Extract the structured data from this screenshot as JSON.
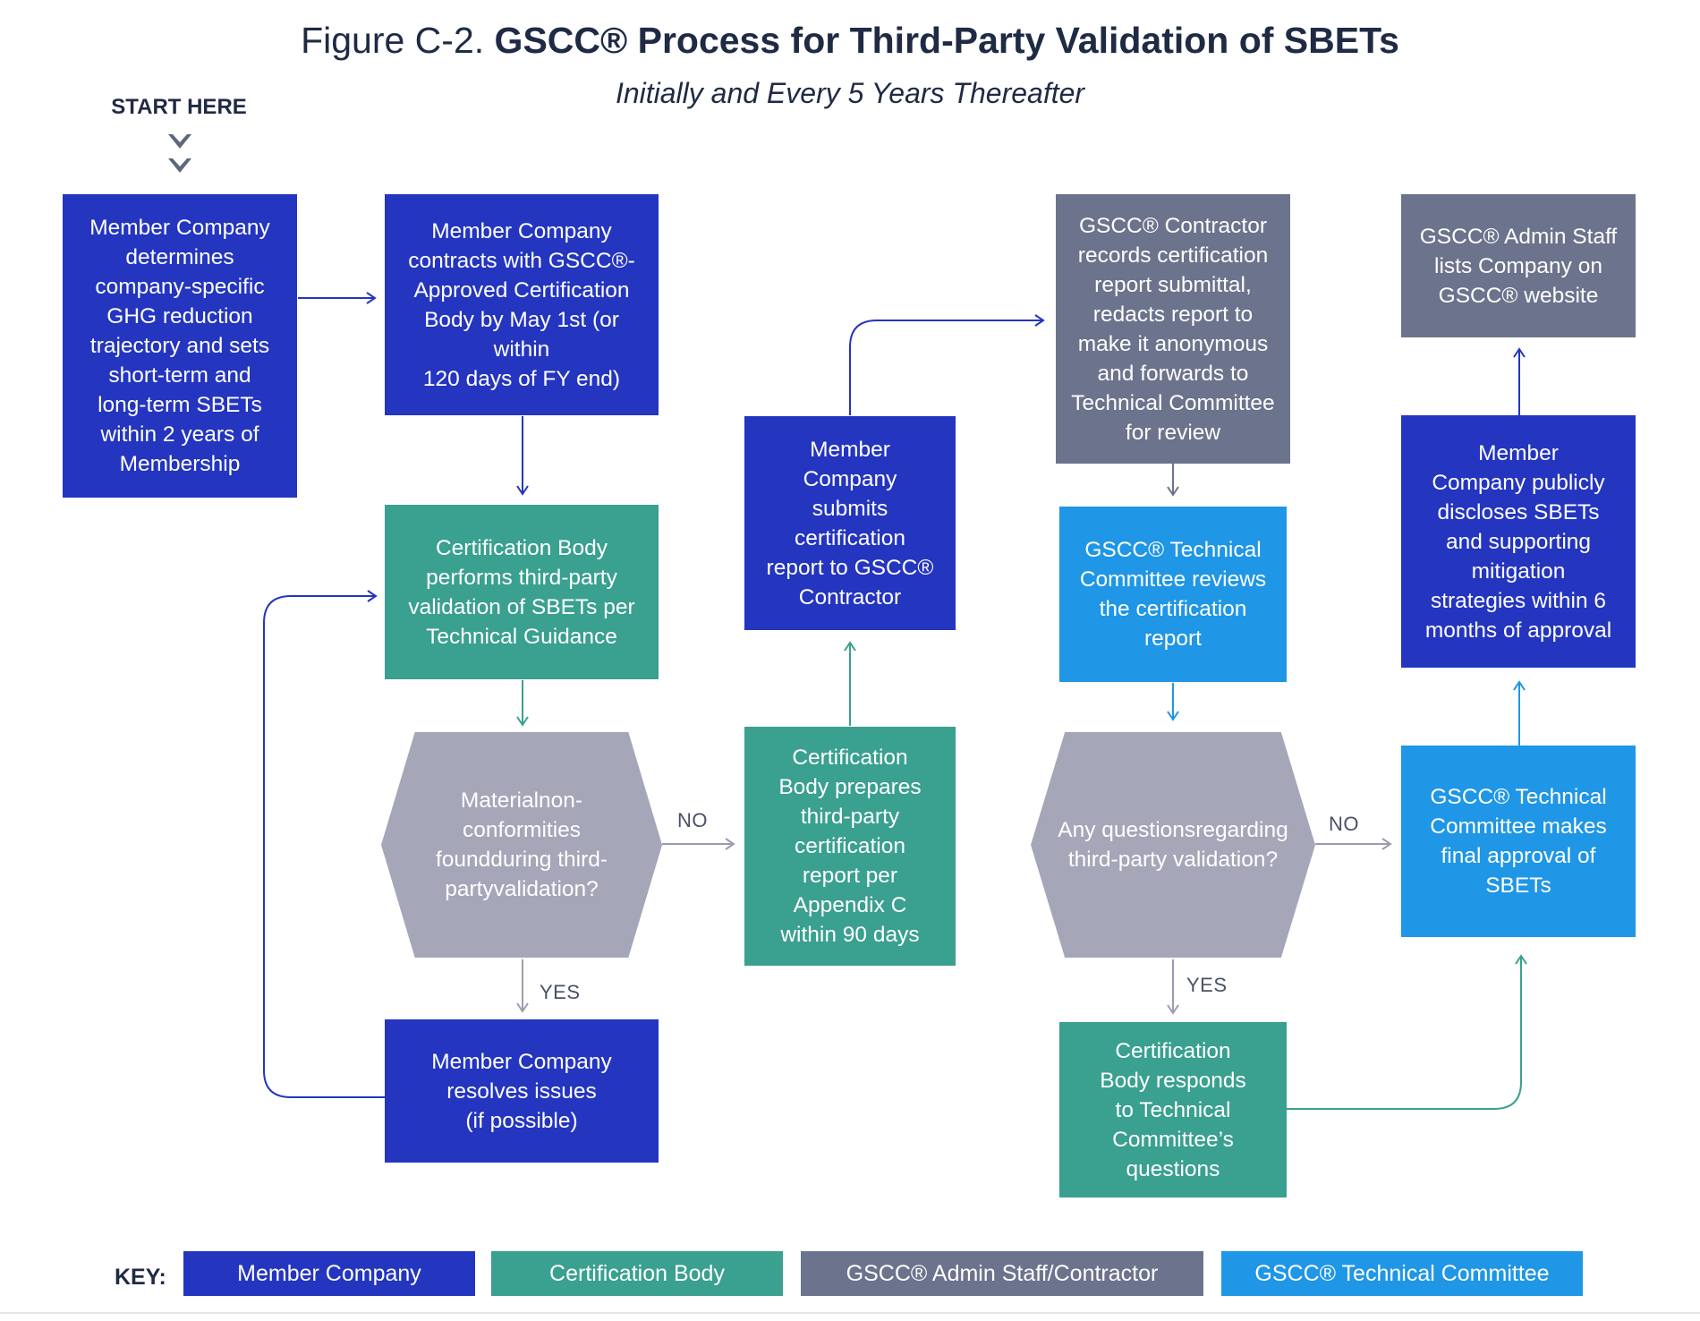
{
  "title": {
    "prefix": "Figure C-2.",
    "main": "GSCC® Process for Third-Party Validation of SBETs",
    "subtitle": "Initially and Every 5 Years Thereafter"
  },
  "start_label": "START HERE",
  "nodes": {
    "mc_determines": [
      "Member Company",
      "determines",
      "company-specific",
      "GHG reduction",
      "trajectory and sets",
      "short-term and",
      "long-term SBETs",
      "within 2 years of",
      "Membership"
    ],
    "mc_contracts": [
      "Member Company",
      "contracts with GSCC®-",
      "Approved Certification",
      "Body by May 1st (or within",
      "120 days of FY end)"
    ],
    "cb_validation": [
      "Certification Body",
      "performs third-party",
      "validation of SBETs per",
      "Technical Guidance"
    ],
    "hex_nonconform": [
      "Material",
      "non-conformities found",
      "during third-party",
      "validation?"
    ],
    "mc_resolves": [
      "Member Company",
      "resolves issues",
      "(if possible)"
    ],
    "cb_prepares": [
      "Certification",
      "Body prepares",
      "third-party",
      "certification",
      "report  per",
      "Appendix C",
      "within 90 days"
    ],
    "mc_submits": [
      "Member",
      "Company",
      "submits",
      "certification",
      "report to GSCC®",
      "Contractor"
    ],
    "adm_records": [
      "GSCC® Contractor",
      "records certification",
      "report submittal,",
      "redacts report to",
      "make it anonymous",
      "and  forwards to",
      "Technical Committee",
      "for review"
    ],
    "tc_reviews": [
      "GSCC® Technical",
      "Committee reviews",
      "the certification",
      "report"
    ],
    "hex_questions": [
      "Any questions",
      "regarding third-",
      "party validation?"
    ],
    "cb_responds": [
      "Certification",
      "Body responds",
      "to Technical",
      "Committee’s",
      "questions"
    ],
    "tc_approval": [
      "GSCC® Technical",
      "Committee makes",
      "final approval of",
      "SBETs"
    ],
    "mc_discloses": [
      "Member",
      "Company publicly",
      "discloses SBETs",
      "and supporting",
      "mitigation",
      "strategies within 6",
      "months of approval"
    ],
    "adm_lists": [
      "GSCC® Admin Staff",
      "lists Company on",
      "GSCC® website"
    ]
  },
  "labels": {
    "no1": "NO",
    "yes1": "YES",
    "no2": "NO",
    "yes2": "YES"
  },
  "key": {
    "label": "KEY:",
    "items": [
      "Member Company",
      "Certification Body",
      "GSCC® Admin Staff/Contractor",
      "GSCC® Technical Committee"
    ]
  },
  "colors": {
    "member_company": "#2435c0",
    "certification_body": "#3aa090",
    "admin_staff": "#6c738c",
    "technical_committee": "#1f96e6",
    "decision": "#a5a6b8"
  }
}
